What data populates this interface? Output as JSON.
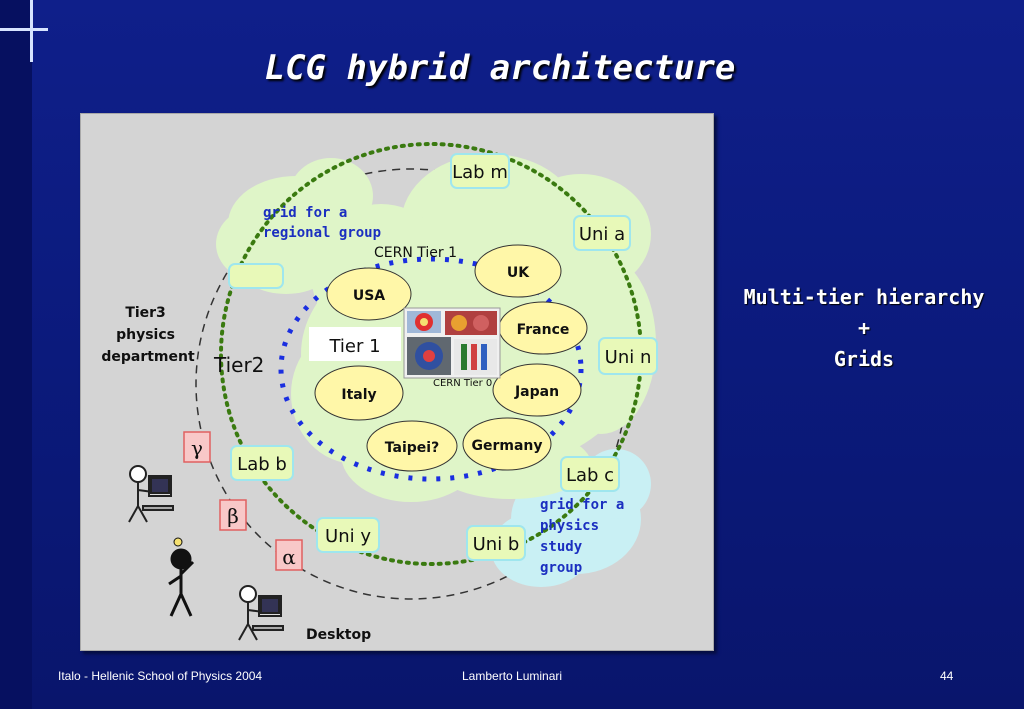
{
  "slide": {
    "title": "LCG hybrid architecture",
    "side_text": [
      "Multi-tier hierarchy",
      "+",
      "Grids"
    ],
    "footer_left": "Italo - Hellenic School of Physics 2004",
    "footer_center": "Lamberto Luminari",
    "footer_right": "44"
  },
  "diagram": {
    "lab_m": "Lab m",
    "uni_a": "Uni a",
    "uni_n": "Uni n",
    "lab_c": "Lab c",
    "uni_b": "Uni b",
    "uni_y": "Uni y",
    "lab_b": "Lab b",
    "tier1": "Tier 1",
    "tier2": "Tier2",
    "tier3": [
      "Tier3",
      "physics",
      "department"
    ],
    "desktop": "Desktop",
    "cern_tier1": "CERN Tier 1",
    "cern_tier0": "CERN Tier 0",
    "regional_group": [
      "grid for a",
      "regional group"
    ],
    "physics_group": [
      "grid for a",
      "physics",
      "study",
      "group"
    ],
    "centres": {
      "uk": "UK",
      "usa": "USA",
      "france": "France",
      "italy": "Italy",
      "japan": "Japan",
      "taipei": "Taipei?",
      "germany": "Germany"
    },
    "greek": {
      "gamma": "γ",
      "beta": "β",
      "alpha": "α"
    }
  },
  "colors": {
    "background": "#0f1f8a",
    "panel": "#d4d4d4",
    "cloud": "#dff5c8",
    "box_fill": "#e8f9b8",
    "box_border": "#9fe6ee",
    "ellipse_fill": "#fff7a8",
    "blue_text": "#1b2fc0",
    "greek_border": "#e06060",
    "light_blue_cloud": "#c9f0f4"
  }
}
